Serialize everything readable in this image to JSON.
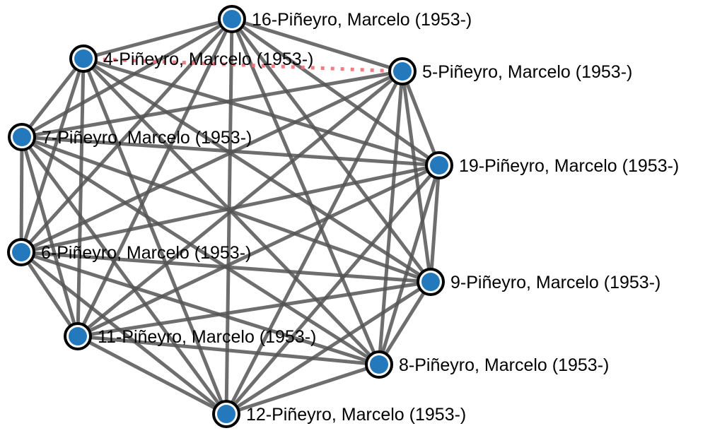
{
  "diagram": {
    "type": "network-graph",
    "colors": {
      "node_fill": "#2479bd",
      "node_stroke": "#000000",
      "edge_solid": "#555555",
      "edge_dotted": "#f07178"
    },
    "nodes": [
      {
        "id": "16",
        "label": "16-Piñeyro, Marcelo (1953-)"
      },
      {
        "id": "4",
        "label": "4-Piñeyro, Marcelo (1953-)"
      },
      {
        "id": "5",
        "label": "5-Piñeyro, Marcelo (1953-)"
      },
      {
        "id": "7",
        "label": "7-Piñeyro, Marcelo (1953-)"
      },
      {
        "id": "19",
        "label": "19-Piñeyro, Marcelo (1953-)"
      },
      {
        "id": "6",
        "label": "6-Piñeyro, Marcelo (1953-)"
      },
      {
        "id": "9",
        "label": "9-Piñeyro, Marcelo (1953-)"
      },
      {
        "id": "11",
        "label": "11-Piñeyro, Marcelo (1953-)"
      },
      {
        "id": "8",
        "label": "8-Piñeyro, Marcelo (1953-)"
      },
      {
        "id": "12",
        "label": "12-Piñeyro, Marcelo (1953-)"
      }
    ],
    "edges": {
      "style": "complete-graph",
      "dotted_pairs": [
        [
          "4",
          "5"
        ]
      ]
    }
  }
}
